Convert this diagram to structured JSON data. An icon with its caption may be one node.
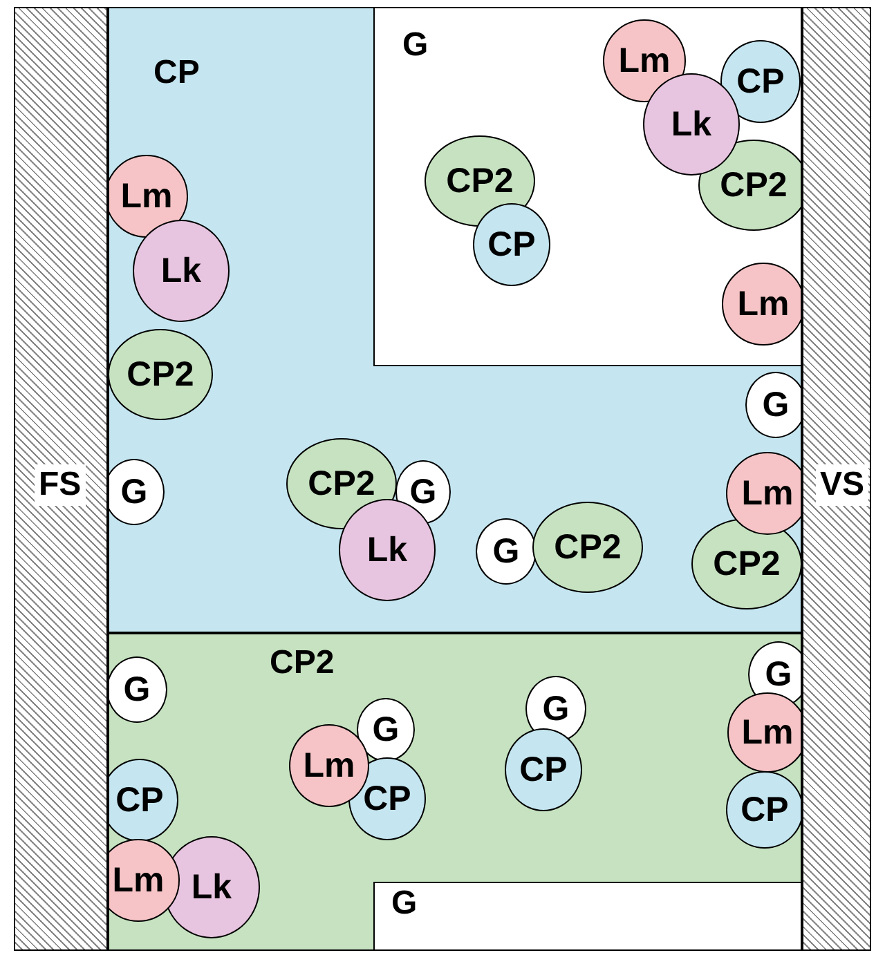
{
  "diagram": {
    "nodes": [
      {
        "text": [
          "FS"
        ]
      },
      {
        "text": [
          "CP"
        ]
      },
      {
        "text": [
          "G"
        ],
        "in": 1
      },
      {
        "text": [
          "Lm"
        ],
        "in": 2
      },
      {
        "text": [
          "CP"
        ],
        "in": 2
      },
      {
        "text": [
          "Lk"
        ],
        "in": 2
      },
      {
        "text": [
          "CP2"
        ],
        "in": 2
      },
      {
        "text": [
          "CP2"
        ],
        "in": 2
      },
      {
        "text": [
          "CP"
        ],
        "in": 2
      },
      {
        "text": [
          "Lm"
        ],
        "in": 2
      },
      {
        "text": [
          "Lm"
        ],
        "in": 1
      },
      {
        "text": [
          "Lk"
        ],
        "in": 1
      },
      {
        "text": [
          "CP2"
        ],
        "in": 1
      },
      {
        "text": [
          "G"
        ],
        "in": 1
      },
      {
        "text": [
          "G"
        ],
        "in": 1
      },
      {
        "text": [
          "CP2"
        ],
        "in": 1
      },
      {
        "text": [
          "G"
        ],
        "in": 1
      },
      {
        "text": [
          "Lm"
        ],
        "in": 1
      },
      {
        "text": [
          "Lk"
        ],
        "in": 1
      },
      {
        "text": [
          "G"
        ],
        "in": 1
      },
      {
        "text": [
          "CP2"
        ],
        "in": 1
      },
      {
        "text": [
          "CP2"
        ],
        "in": 1
      },
      {
        "text": [
          "VS"
        ]
      },
      {
        "text": [
          "CP2"
        ]
      },
      {
        "text": [
          "G"
        ],
        "in": 23
      },
      {
        "text": [
          "G"
        ],
        "in": 23
      },
      {
        "text": [
          "G"
        ],
        "in": 23
      },
      {
        "text": [
          "G"
        ],
        "in": 23
      },
      {
        "text": [
          "Lm"
        ],
        "in": 23
      },
      {
        "text": [
          "Lm"
        ],
        "in": 23
      },
      {
        "text": [
          "CP"
        ],
        "in": 23
      },
      {
        "text": [
          "CP"
        ],
        "in": 23
      },
      {
        "text": [
          "CP"
        ],
        "in": 23
      },
      {
        "text": [
          "CP"
        ],
        "in": 23
      },
      {
        "text": [
          "Lm"
        ],
        "in": 23
      },
      {
        "text": [
          "Lk"
        ],
        "in": 23
      },
      {
        "text": [
          "G"
        ],
        "in": 23
      }
    ]
  }
}
